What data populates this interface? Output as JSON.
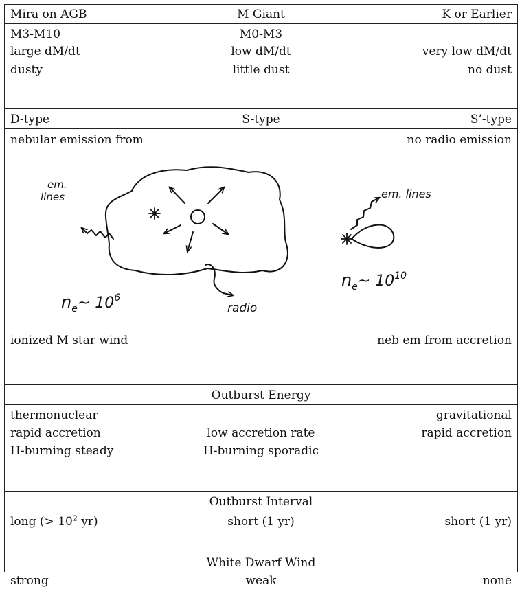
{
  "header": {
    "col1": "Mira on AGB",
    "col2": "M Giant",
    "col3": "K or Earlier"
  },
  "spectral": {
    "col1": "M3-M10",
    "col2": "M0-M3",
    "col3": ""
  },
  "massloss": {
    "col1": "large dM/dt",
    "col2": "low dM/dt",
    "col3": "very low dM/dt"
  },
  "dust": {
    "col1": "dusty",
    "col2": "little dust",
    "col3": "no dust"
  },
  "types": {
    "col1": "D-type",
    "col2": "S-type",
    "col3": "S’-type"
  },
  "emission": {
    "left": "nebular emission from",
    "right": "no radio emission"
  },
  "sketch": {
    "em_lines_left_1": "em.",
    "em_lines_left_2": "lines",
    "ne_left_base": "n",
    "ne_left_sub": "e",
    "ne_left_tilde": "~ 10",
    "ne_left_exp": "6",
    "radio": "radio",
    "em_lines_right": "em. lines",
    "ne_right_base": "n",
    "ne_right_sub": "e",
    "ne_right_tilde": "~ 10",
    "ne_right_exp": "10"
  },
  "origin": {
    "left": "ionized M star wind",
    "right": "neb em from accretion"
  },
  "outburst_energy": {
    "title": "Outburst Energy",
    "row1": {
      "col1": "thermonuclear",
      "col2": "",
      "col3": "gravitational"
    },
    "row2": {
      "col1": "rapid accretion",
      "col2": "low accretion rate",
      "col3": "rapid accretion"
    },
    "row3": {
      "col1": "H-burning steady",
      "col2": "H-burning sporadic",
      "col3": ""
    }
  },
  "outburst_interval": {
    "title": "Outburst Interval",
    "col1_prefix": "long (> 10",
    "col1_exp": "2",
    "col1_suffix": " yr)",
    "col2": "short (1 yr)",
    "col3": "short (1 yr)"
  },
  "wd_wind": {
    "title": "White Dwarf Wind",
    "col1": "strong",
    "col2": "weak",
    "col3": "none"
  }
}
